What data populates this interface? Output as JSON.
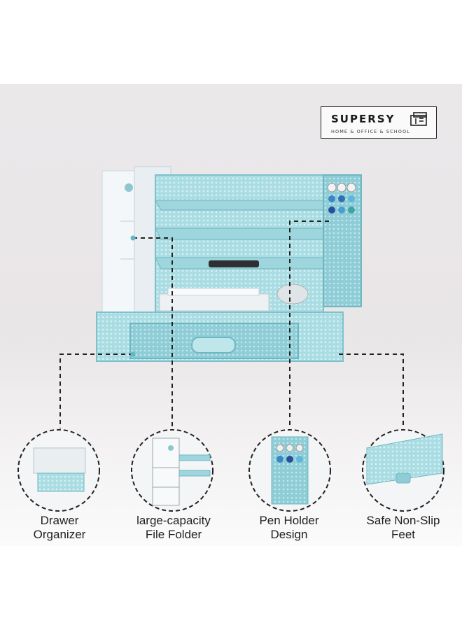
{
  "brand": {
    "name": "SUPERSY",
    "tagline": "HOME & OFFICE & SCHOOL"
  },
  "colors": {
    "product": "#a9dde3",
    "product_dark": "#6fb7c2",
    "background": "#ebe8ea",
    "text": "#1f1f1f"
  },
  "features": [
    {
      "line1": "Drawer",
      "line2": "Organizer"
    },
    {
      "line1": "large-capacity",
      "line2": "File Folder"
    },
    {
      "line1": "Pen Holder",
      "line2": "Design"
    },
    {
      "line1": "Safe Non-Slip",
      "line2": "Feet"
    }
  ]
}
